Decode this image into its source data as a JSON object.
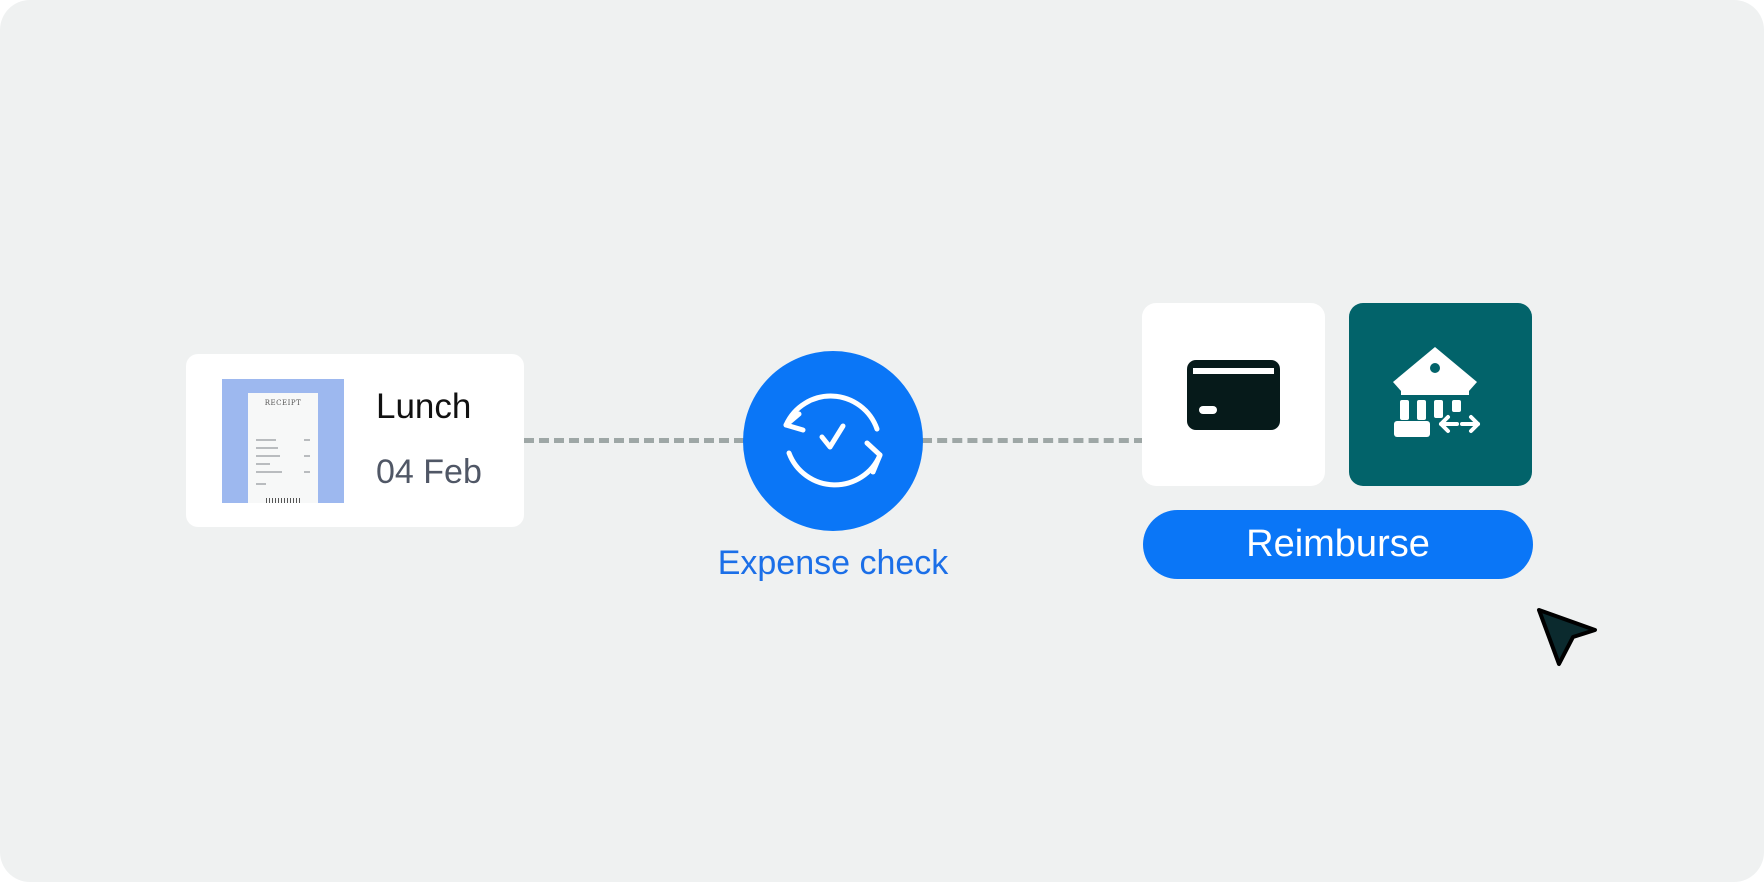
{
  "expense": {
    "title": "Lunch",
    "date": "04 Feb",
    "receipt_thumbnail": {
      "heading": "RECEIPT"
    }
  },
  "expense_check": {
    "label": "Expense check",
    "icon": "sync-check-icon"
  },
  "payment_options": [
    {
      "name": "card",
      "icon": "credit-card-icon"
    },
    {
      "name": "bank-transfer",
      "icon": "bank-transfer-icon"
    }
  ],
  "reimburse_button": {
    "label": "Reimburse"
  },
  "colors": {
    "background": "#eff1f1",
    "accent_blue": "#0a76f7",
    "bank_teal": "#02636a",
    "connector": "#9ea7a6"
  }
}
